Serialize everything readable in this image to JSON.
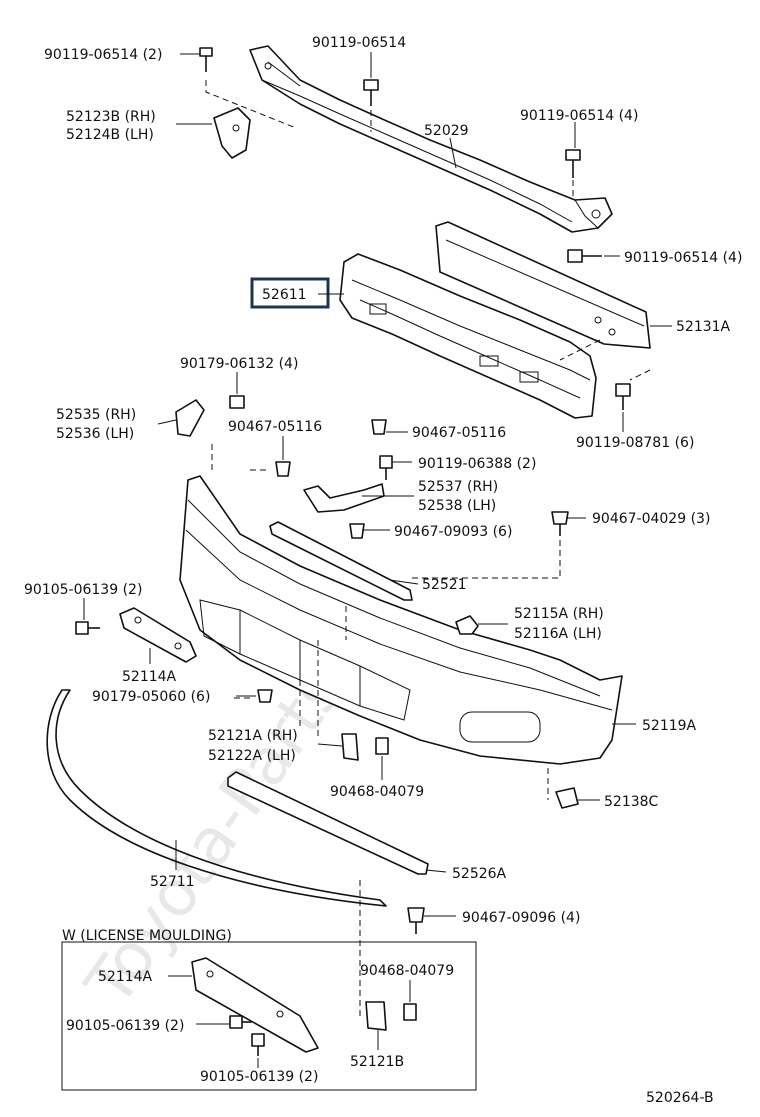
{
  "watermark": "Toyota-Parts.ru",
  "callouts": {
    "c1": "90119-06514 (2)",
    "c2": "90119-06514",
    "c3": "52123B (RH)",
    "c4": "52124B (LH)",
    "c5": "52029",
    "c6": "90119-06514 (4)",
    "c7": "90119-06514 (4)",
    "c8": "52611",
    "c9": "52131A",
    "c10": "90179-06132 (4)",
    "c11": "90119-08781 (6)",
    "c12": "52535 (RH)",
    "c13": "52536 (LH)",
    "c14": "90467-05116",
    "c15": "90467-05116",
    "c16": "90119-06388 (2)",
    "c17": "52537 (RH)",
    "c18": "52538 (LH)",
    "c19": "90467-04029 (3)",
    "c20": "90467-09093 (6)",
    "c21": "52521",
    "c22": "90105-06139 (2)",
    "c23": "52115A (RH)",
    "c24": "52116A (LH)",
    "c25": "52114A",
    "c26": "90179-05060 (6)",
    "c27": "52119A",
    "c28": "52121A (RH)",
    "c29": "52122A (LH)",
    "c30": "90468-04079",
    "c31": "52138C",
    "c32": "52711",
    "c33": "52526A",
    "c34": "90467-09096 (4)",
    "c35": "W (LICENSE MOULDING)",
    "c36": "52114A",
    "c37": "90468-04079",
    "c38": "90105-06139 (2)",
    "c39": "90105-06139 (2)",
    "c40": "52121B",
    "c41": "520264-B"
  }
}
